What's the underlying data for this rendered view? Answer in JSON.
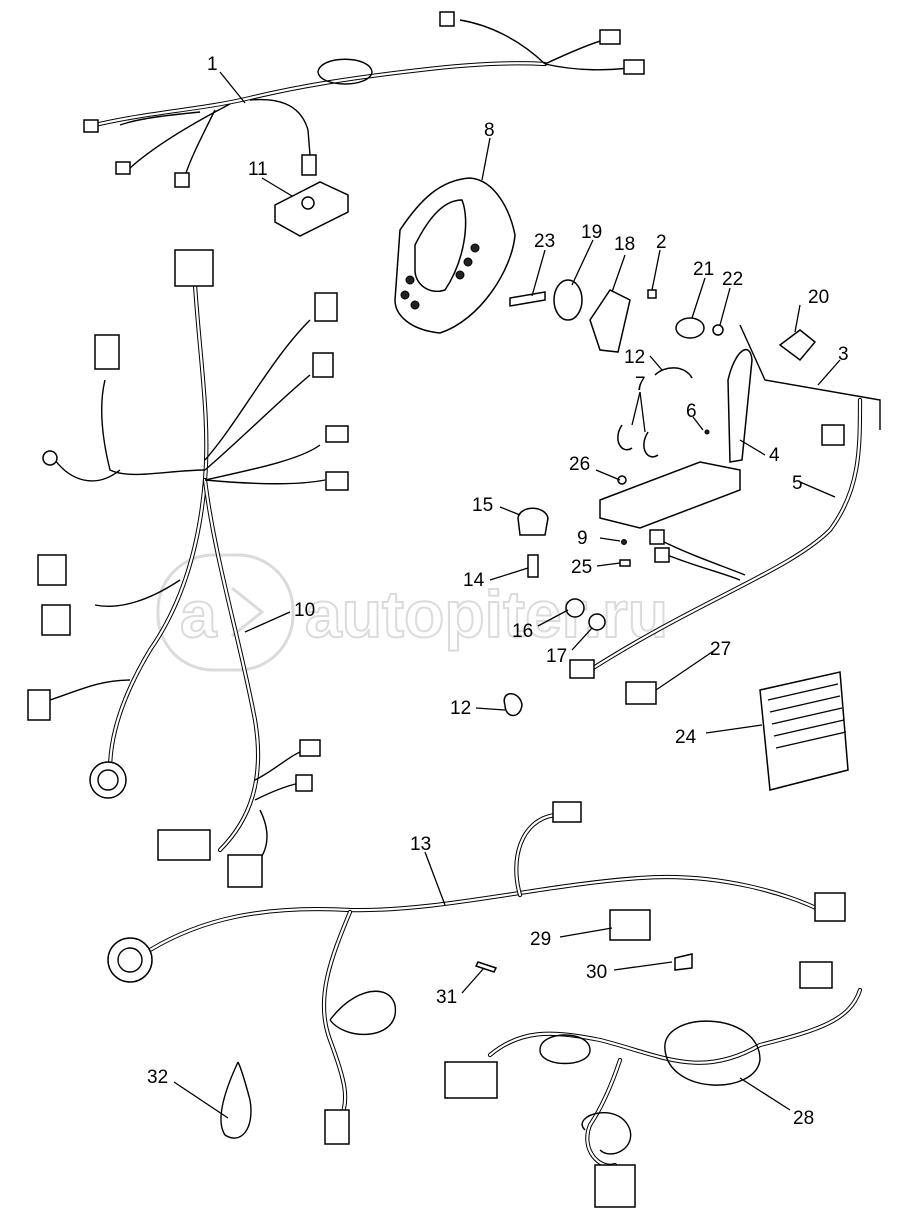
{
  "watermark": {
    "text": "autopiter.ru",
    "color": "#cfcfcf"
  },
  "labels": [
    "1",
    "2",
    "3",
    "4",
    "5",
    "6",
    "7",
    "8",
    "9",
    "10",
    "11",
    "12",
    "12",
    "13",
    "14",
    "15",
    "16",
    "17",
    "18",
    "19",
    "20",
    "21",
    "22",
    "23",
    "24",
    "25",
    "26",
    "27",
    "28",
    "29",
    "30",
    "31",
    "32"
  ]
}
